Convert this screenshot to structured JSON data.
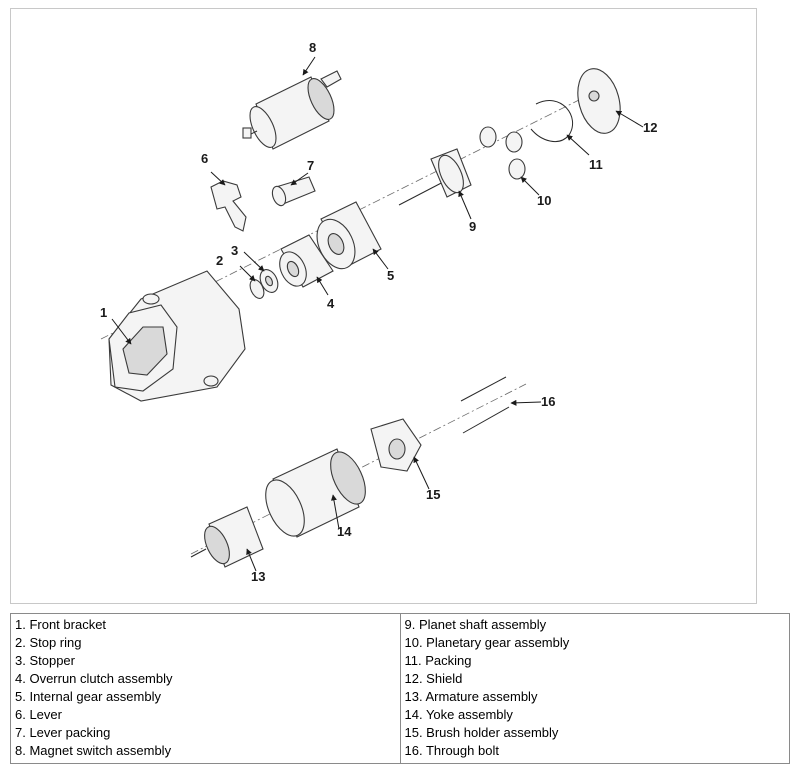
{
  "diagram": {
    "callouts": [
      "1",
      "2",
      "3",
      "4",
      "5",
      "6",
      "7",
      "8",
      "9",
      "10",
      "11",
      "12",
      "13",
      "14",
      "15",
      "16"
    ]
  },
  "legend": {
    "left": [
      "1. Front bracket",
      "2. Stop ring",
      "3. Stopper",
      "4. Overrun clutch assembly",
      "5. Internal gear assembly",
      "6. Lever",
      "7. Lever packing",
      "8. Magnet switch assembly"
    ],
    "right": [
      "9. Planet shaft assembly",
      "10. Planetary gear assembly",
      "11. Packing",
      "12. Shield",
      "13. Armature assembly",
      "14. Yoke assembly",
      "15. Brush holder assembly",
      "16. Through bolt"
    ]
  },
  "colors": {
    "frame_border": "#c8c8c8",
    "table_border": "#8a8a8a",
    "line": "#2a2a2a"
  }
}
